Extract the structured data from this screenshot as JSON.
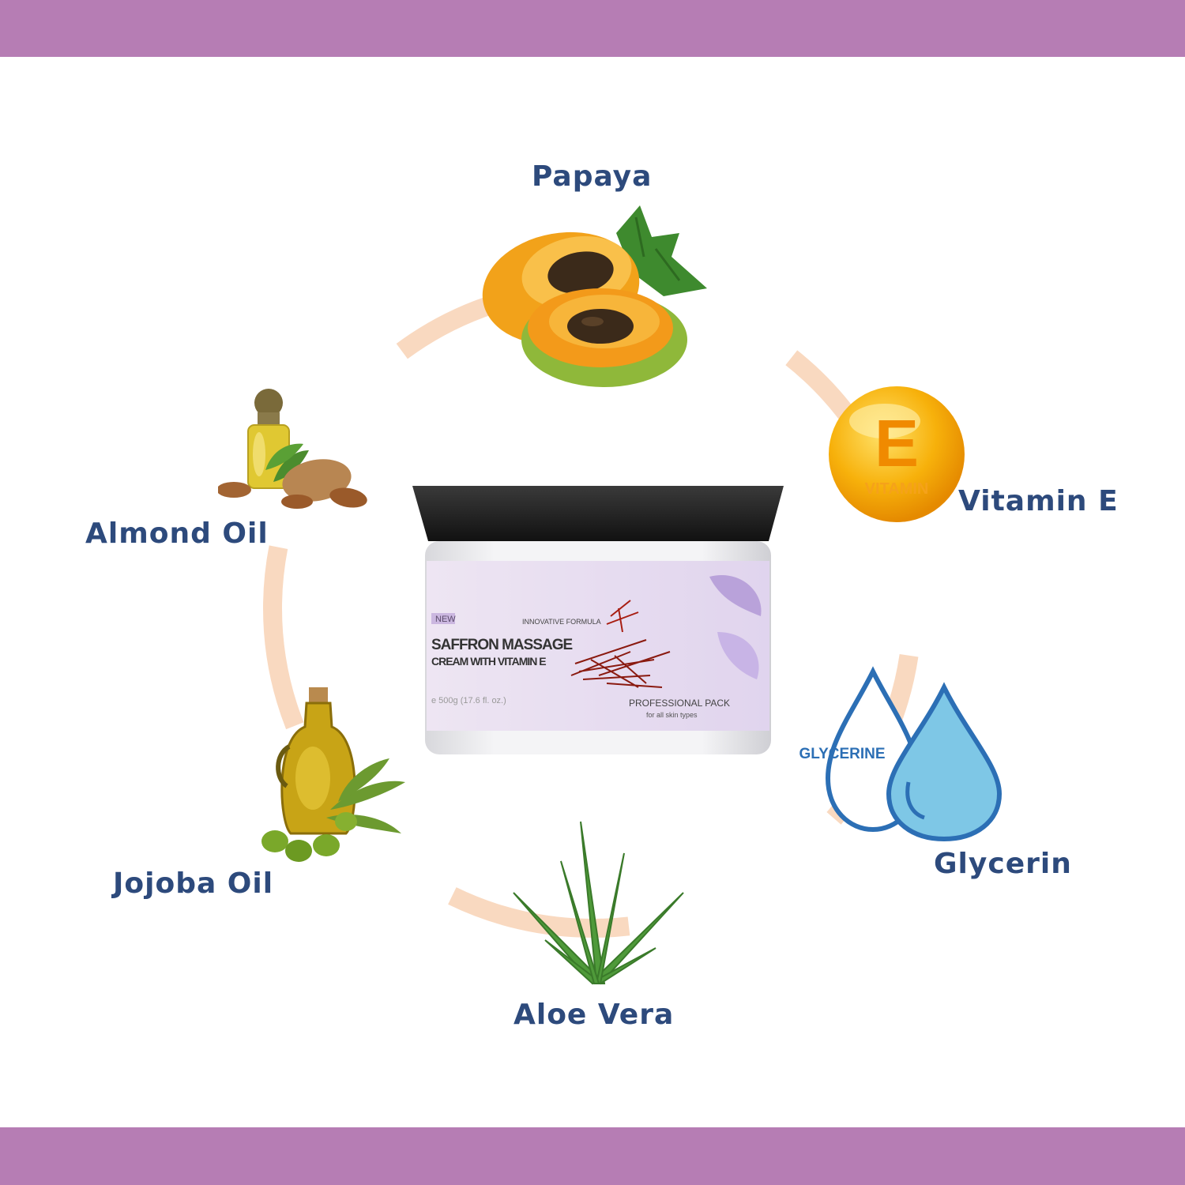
{
  "colors": {
    "band": "#b67db4",
    "label": "#2d4a7c",
    "ring": "#f9d9c0"
  },
  "ingredients": {
    "papaya": "Papaya",
    "vitamin_e": "Vitamin E",
    "glycerin": "Glycerin",
    "aloe_vera": "Aloe Vera",
    "jojoba_oil": "Jojoba Oil",
    "almond_oil": "Almond Oil"
  },
  "icons": {
    "papaya": "papaya-icon",
    "vitamin_e": "vitamin-e-capsule-icon",
    "glycerin": "water-drops-icon",
    "aloe_vera": "aloe-plant-icon",
    "jojoba_oil": "oil-jug-with-olives-icon",
    "almond_oil": "oil-bottle-with-almonds-icon"
  },
  "vitamin_badge": {
    "letter": "E",
    "word": "VITAMIN"
  },
  "glycerine_badge": "GLYCERINE",
  "product": {
    "badge": "NEW",
    "tagline": "INNOVATIVE FORMULA",
    "name_line1": "SAFFRON MASSAGE",
    "name_line2": "CREAM WITH VITAMIN E",
    "weight": "e 500g  (17.6 fl. oz.)",
    "pack": "PROFESSIONAL PACK",
    "pack_sub": "for all skin types"
  }
}
